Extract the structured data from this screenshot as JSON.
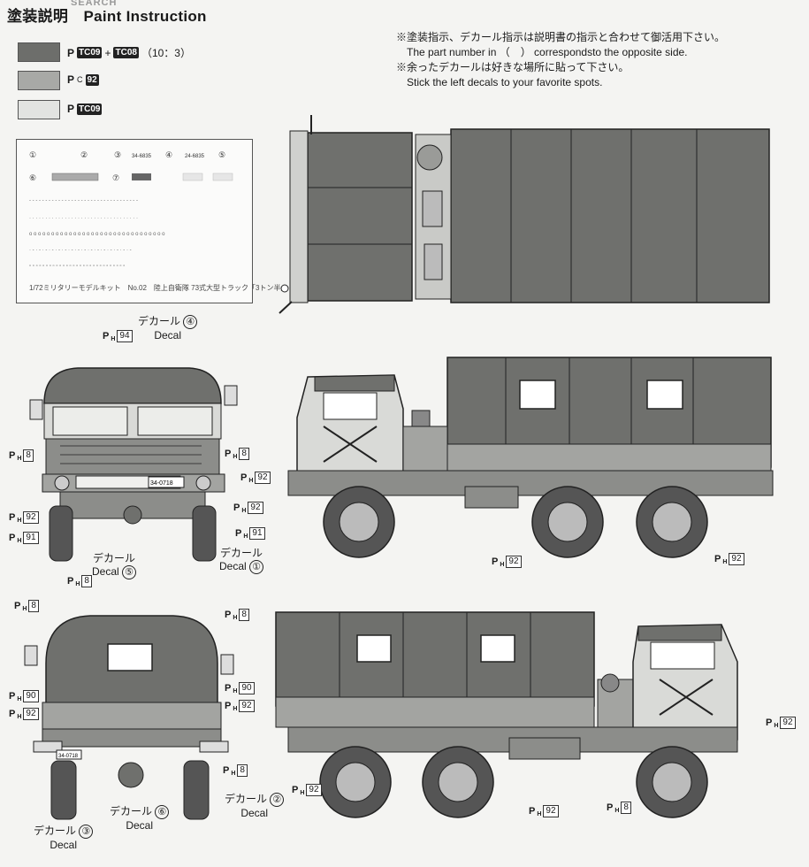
{
  "header": {
    "title": "塗装説明　Paint Instruction",
    "watermark": "SEARCH"
  },
  "paint_legend": [
    {
      "swatch_color": "#6d6e6b",
      "prefix": "P",
      "code1": "TC09",
      "plus": "+",
      "code2": "TC08",
      "ratio": "（10：3）"
    },
    {
      "swatch_color": "#a8a9a6",
      "prefix": "P",
      "sub": "C",
      "num": "92"
    },
    {
      "swatch_color": "#e2e3e1",
      "prefix": "P",
      "code1": "TC09"
    }
  ],
  "notes": {
    "line1": "※塗装指示、デカール指示は説明書の指示と合わせて御活用下さい。",
    "line2": "The part number in （　） correspondsto the opposite side.",
    "line3": "※余ったデカールは好きな場所に貼って下さい。",
    "line4": "Stick the left decals to your favorite spots."
  },
  "decal_sheet": {
    "caption": "1/72ミリタリーモデルキット　No.02　陸上自衛隊 73式大型トラック「3トン半」",
    "plate_text": "34-6835",
    "plate_text_b": "24-6835",
    "numbers": [
      "①",
      "②",
      "③",
      "④",
      "⑤",
      "⑥",
      "⑦"
    ]
  },
  "callouts": {
    "ph": "P",
    "ph_sub": "H",
    "decal_jp": "デカール",
    "decal_en": "Decal",
    "n94": "94",
    "n8": "8",
    "n92": "92",
    "n91": "91",
    "n90": "90",
    "c1": "①",
    "c2": "②",
    "c3": "③",
    "c4": "④",
    "c5": "⑤",
    "c6": "⑥"
  },
  "plate": "34-0718"
}
